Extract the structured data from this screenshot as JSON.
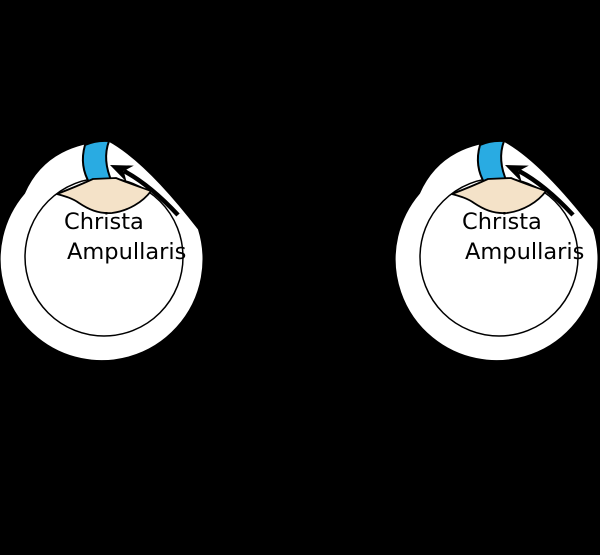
{
  "background_color": "#000000",
  "colors": {
    "canal_fill": "#ffffff",
    "outline": "#000000",
    "cupula_blue": "#29abe2",
    "crista_beige": "#f4e2c8",
    "arrow_black": "#000000",
    "label_text": "#000000"
  },
  "panels": [
    {
      "id": "left",
      "label": {
        "line1": "Christa",
        "line2": "Ampullaris"
      },
      "icons": {
        "arrow": "curved-flow-arrow"
      }
    },
    {
      "id": "right",
      "label": {
        "line1": "Christa",
        "line2": "Ampullaris"
      },
      "icons": {
        "arrow": "curved-flow-arrow"
      }
    }
  ]
}
